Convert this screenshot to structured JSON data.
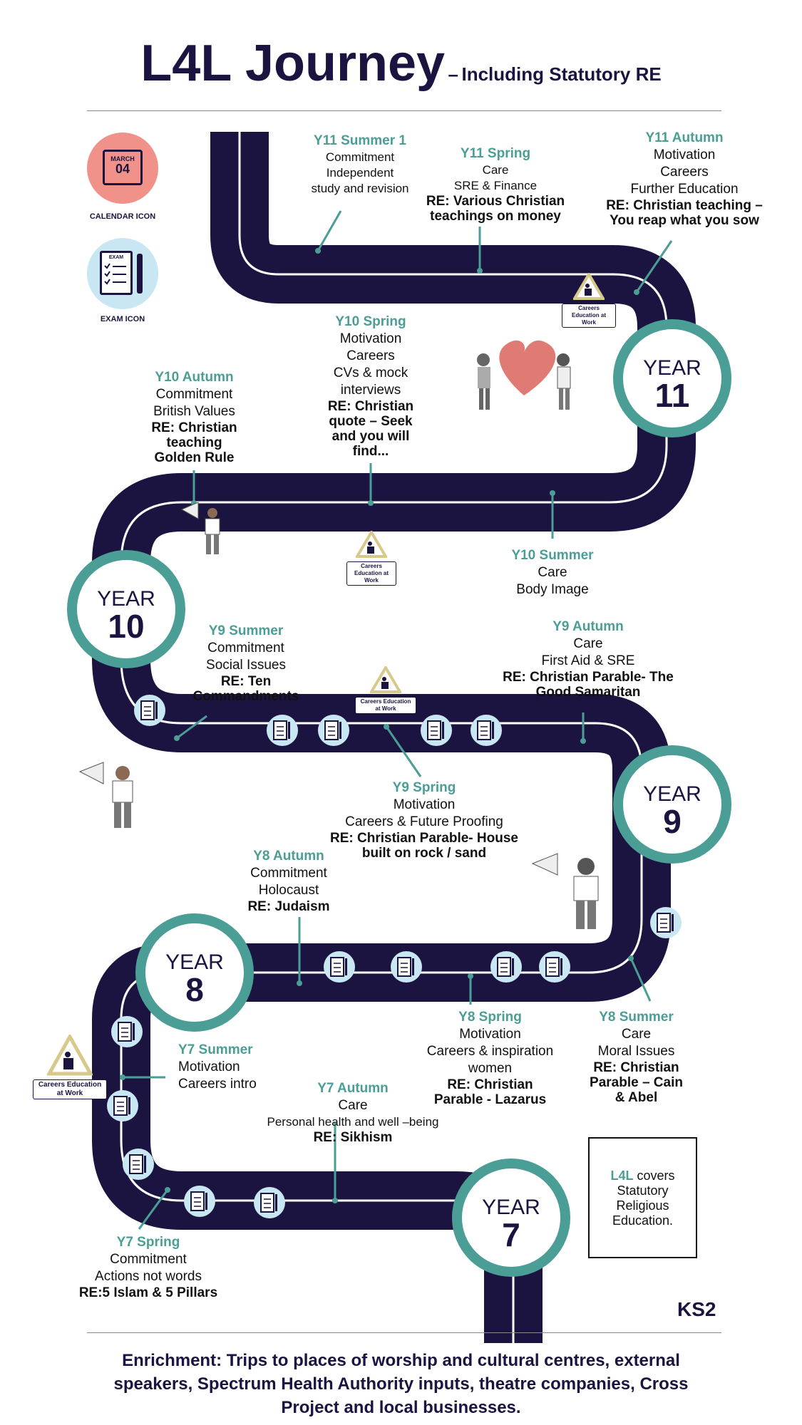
{
  "title": {
    "main": "L4L  Journey",
    "dash": "–",
    "subtitle": "Including Statutory RE"
  },
  "legend": {
    "calendar": {
      "month": "MARCH",
      "day": "04",
      "label": "CALENDAR ICON"
    },
    "exam": {
      "head": "EXAM",
      "label": "EXAM ICON"
    }
  },
  "sign_text": "Careers Education at Work",
  "years": [
    {
      "word": "YEAR",
      "num": "11"
    },
    {
      "word": "YEAR",
      "num": "10"
    },
    {
      "word": "YEAR",
      "num": "9"
    },
    {
      "word": "YEAR",
      "num": "8"
    },
    {
      "word": "YEAR",
      "num": "7"
    }
  ],
  "terms": {
    "y11_summer1": {
      "head": "Y11 Summer 1",
      "lines": [
        "Commitment",
        "Independent",
        "study and revision"
      ]
    },
    "y11_spring": {
      "head": "Y11 Spring",
      "lines": [
        "Care",
        "SRE & Finance"
      ],
      "re": [
        "RE: Various Christian",
        "teachings on money"
      ]
    },
    "y11_autumn": {
      "head": "Y11 Autumn",
      "lines": [
        "Motivation",
        "Careers",
        "Further Education"
      ],
      "re": [
        "RE: Christian teaching –",
        "You reap what you sow"
      ]
    },
    "y10_spring": {
      "head": "Y10 Spring",
      "lines": [
        "Motivation",
        "Careers",
        "CVs & mock",
        "interviews"
      ],
      "re": [
        "RE: Christian",
        "quote – Seek",
        "and you will",
        "find..."
      ]
    },
    "y10_autumn": {
      "head": "Y10 Autumn",
      "lines": [
        "Commitment",
        "British Values"
      ],
      "re": [
        "RE: Christian",
        "teaching",
        "Golden Rule"
      ]
    },
    "y10_summer": {
      "head": "Y10 Summer",
      "lines": [
        "Care",
        "Body Image"
      ]
    },
    "y9_summer": {
      "head": "Y9 Summer",
      "lines": [
        "Commitment",
        "Social Issues"
      ],
      "re": [
        "RE: Ten",
        "Commandments"
      ]
    },
    "y9_autumn": {
      "head": "Y9 Autumn",
      "lines": [
        "Care",
        "First Aid & SRE"
      ],
      "re": [
        "RE: Christian Parable- The",
        "Good Samaritan"
      ]
    },
    "y9_spring": {
      "head": "Y9 Spring",
      "lines": [
        "Motivation",
        "Careers & Future Proofing"
      ],
      "re": [
        "RE: Christian Parable- House",
        "built on rock / sand"
      ]
    },
    "y8_autumn": {
      "head": "Y8 Autumn",
      "lines": [
        "Commitment",
        "Holocaust"
      ],
      "re": [
        "RE: Judaism"
      ]
    },
    "y8_spring": {
      "head": "Y8 Spring",
      "lines": [
        "Motivation",
        "Careers & inspiration",
        "women"
      ],
      "re": [
        "RE: Christian",
        "Parable - Lazarus"
      ]
    },
    "y8_summer": {
      "head": "Y8 Summer",
      "lines": [
        "Care",
        "Moral Issues"
      ],
      "re": [
        "RE: Christian",
        "Parable – Cain",
        "& Abel"
      ]
    },
    "y7_summer": {
      "head": "Y7 Summer",
      "lines": [
        "Motivation",
        "Careers intro"
      ]
    },
    "y7_autumn": {
      "head": "Y7 Autumn",
      "lines": [
        "Care",
        "Personal health and well –being"
      ],
      "re": [
        "RE: Sikhism"
      ]
    },
    "y7_spring": {
      "head": "Y7 Spring",
      "lines": [
        "Commitment",
        "Actions not words"
      ],
      "re": [
        "RE:5 Islam & 5 Pillars"
      ]
    }
  },
  "note_box": {
    "accent": "L4L",
    "rest1": " covers",
    "rest2": "Statutory",
    "rest3": "Religious",
    "rest4": "Education."
  },
  "ks2": "KS2",
  "enrichment": "Enrichment: Trips to places of worship and cultural centres, external speakers, Spectrum Health Authority inputs, theatre companies, Cross Project and local businesses.",
  "colors": {
    "road": "#1c1440",
    "teal": "#4a9e96",
    "exam_bg": "#c9e6f3",
    "calendar_bg": "#f0928a"
  }
}
